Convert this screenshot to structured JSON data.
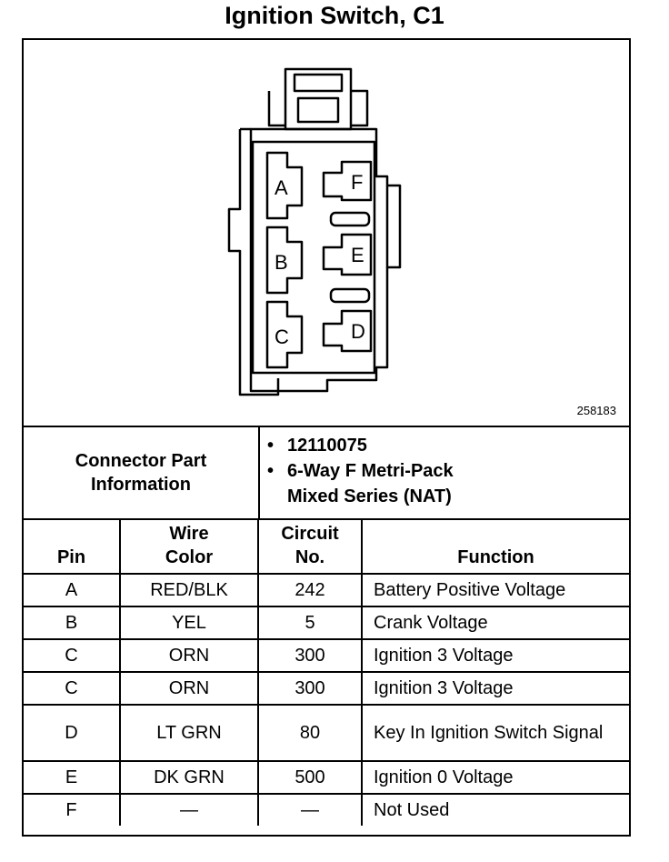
{
  "title": "Ignition Switch, C1",
  "diagram": {
    "drawing_number": "258183",
    "cavity_labels": [
      "A",
      "B",
      "C",
      "D",
      "E",
      "F"
    ]
  },
  "connector_info": {
    "label": "Connector Part\nInformation",
    "bullet": "•",
    "items": [
      "12110075",
      "6-Way F Metri-Pack\nMixed Series (NAT)"
    ]
  },
  "table": {
    "headers": [
      "Pin",
      "Wire\nColor",
      "Circuit\nNo.",
      "Function"
    ],
    "rows": [
      [
        "A",
        "RED/BLK",
        "242",
        "Battery Positive Voltage"
      ],
      [
        "B",
        "YEL",
        "5",
        "Crank Voltage"
      ],
      [
        "C",
        "ORN",
        "300",
        "Ignition 3 Voltage"
      ],
      [
        "C",
        "ORN",
        "300",
        "Ignition 3 Voltage"
      ],
      [
        "D",
        "LT GRN",
        "80",
        "Key In Ignition Switch Signal"
      ],
      [
        "E",
        "DK GRN",
        "500",
        "Ignition 0 Voltage"
      ],
      [
        "F",
        "—",
        "—",
        "Not Used"
      ]
    ]
  }
}
